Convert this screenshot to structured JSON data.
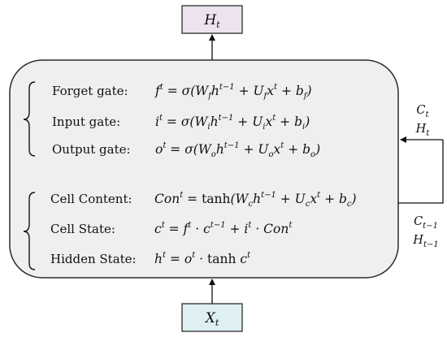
{
  "colors": {
    "cell_fill": "#efefef",
    "cell_stroke": "#2b2b2b",
    "output_box_fill": "#ece3ef",
    "input_box_fill": "#dff0f4",
    "line": "#111111"
  },
  "output_box": {
    "symbol": "H",
    "sub": "t"
  },
  "input_box": {
    "symbol": "X",
    "sub": "t"
  },
  "feedback": {
    "out_state_1": {
      "symbol": "C",
      "sub": "t"
    },
    "out_state_2": {
      "symbol": "H",
      "sub": "t"
    },
    "in_state_1": {
      "symbol": "C",
      "sub": "t−1"
    },
    "in_state_2": {
      "symbol": "H",
      "sub": "t−1"
    }
  },
  "gates": [
    {
      "label": "Forget gate:",
      "lhs": "f",
      "lhs_sup": "t",
      "parts": [
        {
          "t": " = σ(W"
        },
        {
          "sub": "f"
        },
        {
          "t": "h"
        },
        {
          "sup": "t−1"
        },
        {
          "t": " + U"
        },
        {
          "sub": "f"
        },
        {
          "t": "x"
        },
        {
          "sup": "t"
        },
        {
          "t": " + b"
        },
        {
          "sub": "f"
        },
        {
          "t": ")"
        }
      ]
    },
    {
      "label": "Input gate:",
      "lhs": "i",
      "lhs_sup": "t",
      "parts": [
        {
          "t": " = σ(W"
        },
        {
          "sub": "i"
        },
        {
          "t": "h"
        },
        {
          "sup": "t−1"
        },
        {
          "t": " + U"
        },
        {
          "sub": "i"
        },
        {
          "t": "x"
        },
        {
          "sup": "t"
        },
        {
          "t": " + b"
        },
        {
          "sub": "i"
        },
        {
          "t": ")"
        }
      ]
    },
    {
      "label": "Output gate:",
      "lhs": "o",
      "lhs_sup": "t",
      "parts": [
        {
          "t": " = σ(W"
        },
        {
          "sub": "o"
        },
        {
          "t": "h"
        },
        {
          "sup": "t−1"
        },
        {
          "t": " + U"
        },
        {
          "sub": "o"
        },
        {
          "t": "x"
        },
        {
          "sup": "t"
        },
        {
          "t": " + b"
        },
        {
          "sub": "o"
        },
        {
          "t": ")"
        }
      ]
    }
  ],
  "states": [
    {
      "label": "Cell Content:",
      "lhs": "Con",
      "lhs_sup": "t",
      "parts": [
        {
          "t": " = "
        },
        {
          "up": "tanh"
        },
        {
          "t": "(W"
        },
        {
          "sub": "c"
        },
        {
          "t": "h"
        },
        {
          "sup": "t−1"
        },
        {
          "t": " + U"
        },
        {
          "sub": "c"
        },
        {
          "t": "x"
        },
        {
          "sup": "t"
        },
        {
          "t": " + b"
        },
        {
          "sub": "c"
        },
        {
          "t": ")"
        }
      ]
    },
    {
      "label": "Cell State:",
      "lhs": "c",
      "lhs_sup": "t",
      "parts": [
        {
          "t": " = f"
        },
        {
          "sup": "t"
        },
        {
          "t": " · c"
        },
        {
          "sup": "t−1"
        },
        {
          "t": " + i"
        },
        {
          "sup": "t"
        },
        {
          "t": " · Con"
        },
        {
          "sup": "t"
        }
      ]
    },
    {
      "label": "Hidden State:",
      "lhs": "h",
      "lhs_sup": "t",
      "parts": [
        {
          "t": " = o"
        },
        {
          "sup": "t"
        },
        {
          "t": " · "
        },
        {
          "up": "tanh"
        },
        {
          "t": " c"
        },
        {
          "sup": "t"
        }
      ]
    }
  ]
}
